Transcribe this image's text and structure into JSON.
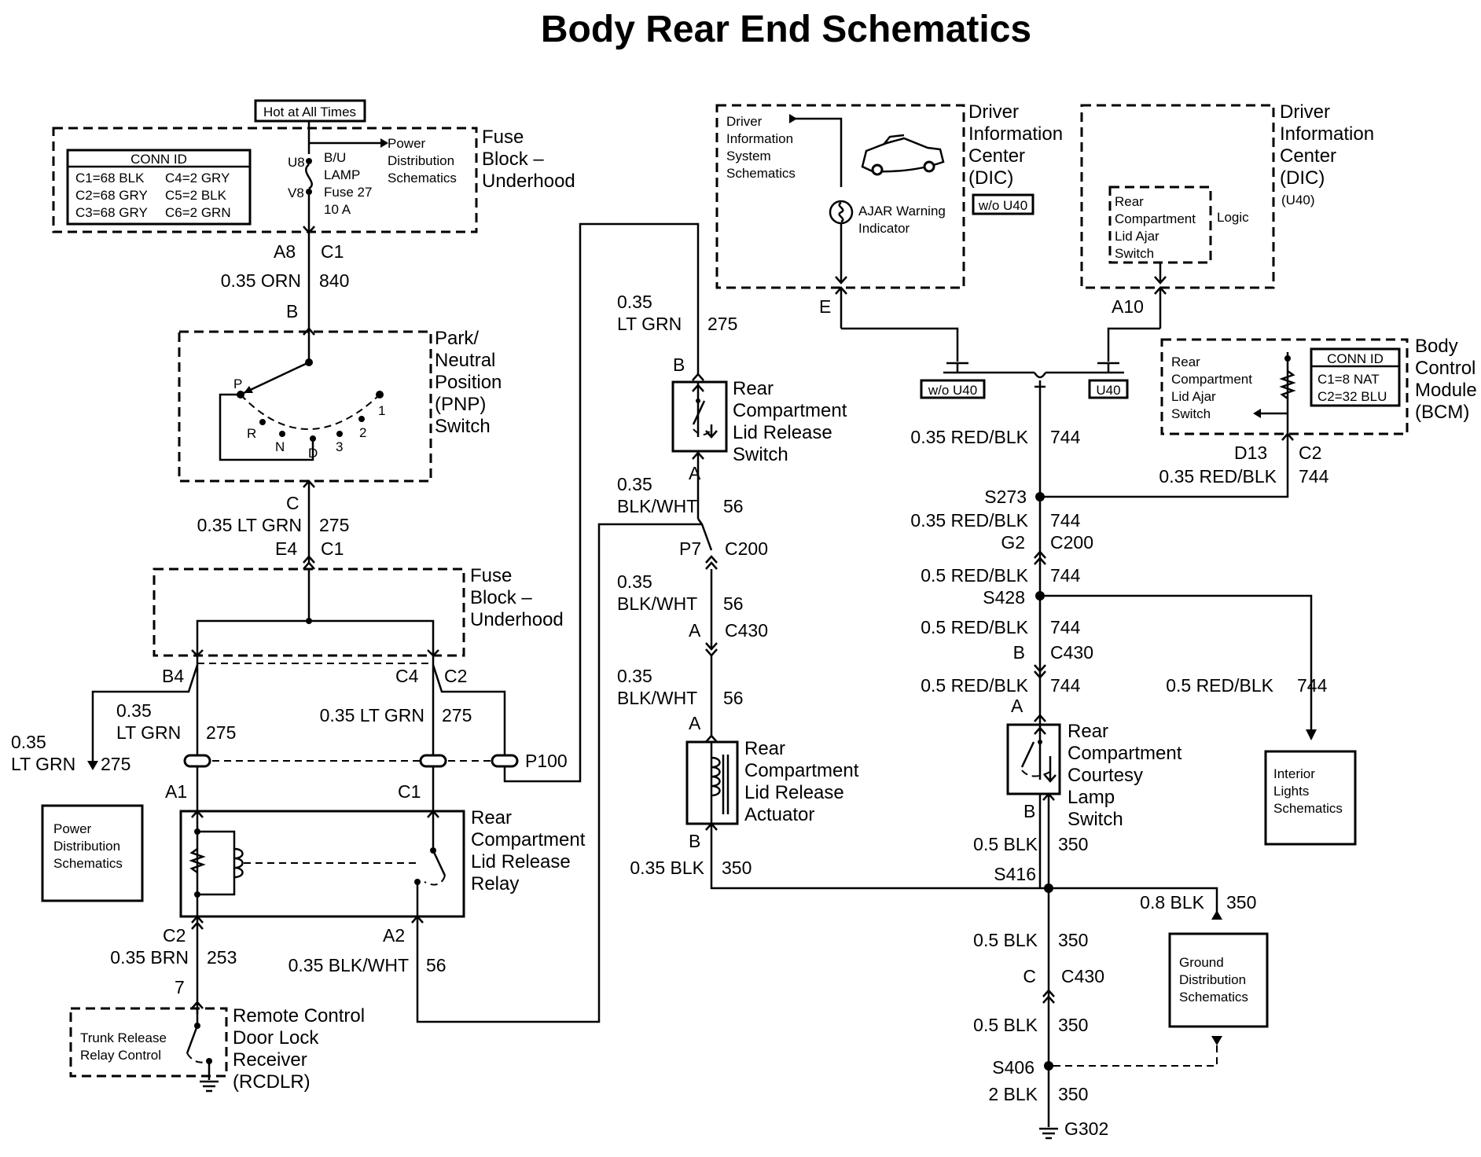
{
  "title": "Body Rear End Schematics",
  "hot_label": "Hot at All Times",
  "conn_id_table": {
    "header": "CONN ID",
    "rows": [
      "C1=68 BLK",
      "C4=2 GRY",
      "C2=68 GRY",
      "C5=2 BLK",
      "C3=68 GRY",
      "C6=2 GRN"
    ]
  },
  "fuse_underhood_top": {
    "pin_u": "U8",
    "pin_v": "V8",
    "fuse_lines": [
      "B/U",
      "LAMP",
      "Fuse 27",
      "10 A"
    ],
    "power_ref": [
      "Power",
      "Distribution",
      "Schematics"
    ],
    "label": [
      "Fuse",
      "Block –",
      "Underhood"
    ]
  },
  "pnp": {
    "label": [
      "Park/",
      "Neutral",
      "Position",
      "(PNP)",
      "Switch"
    ],
    "positions": [
      "P",
      "R",
      "N",
      "D",
      "3",
      "2",
      "1"
    ]
  },
  "wires": {
    "a8": "A8",
    "c1_a": "C1",
    "w1_gauge": "0.35 ORN",
    "w1_circuit": "840",
    "b_pnp": "B",
    "c_pnp": "C",
    "w2_gauge": "0.35 LT GRN",
    "w2_circuit": "275",
    "e4": "E4",
    "c1_b": "C1",
    "b4": "B4",
    "c4": "C4",
    "c2_a": "C2",
    "w3_gauge1": "0.35",
    "w3_gauge2": "LT GRN",
    "w3_circuit": "275",
    "w4_gauge": "0.35 LT GRN",
    "w4_circuit": "275",
    "w5_gauge1": "0.35",
    "w5_gauge2": "LT GRN",
    "w5_circuit": "275",
    "p100": "P100",
    "a1": "A1",
    "c1_c": "C1",
    "c2_b": "C2",
    "w6_gauge": "0.35 BRN",
    "w6_circuit": "253",
    "a2": "A2",
    "w7_gauge": "0.35 BLK/WHT",
    "w7_circuit": "56",
    "pin7": "7",
    "rsw_w_top1": "0.35",
    "rsw_w_top2": "LT GRN",
    "rsw_w_top_circuit": "275",
    "rsw_b": "B",
    "rsw_a": "A",
    "rsw_w_bot1": "0.35",
    "rsw_w_bot2": "BLK/WHT",
    "rsw_w_bot_circuit": "56",
    "p7": "P7",
    "c200_a": "C200",
    "w8_gauge1": "0.35",
    "w8_gauge2": "BLK/WHT",
    "w8_circuit": "56",
    "a_c430": "A",
    "c430_a": "C430",
    "w9_gauge1": "0.35",
    "w9_gauge2": "BLK/WHT",
    "w9_circuit": "56",
    "act_a": "A",
    "act_b": "B",
    "w10_gauge": "0.35 BLK",
    "w10_circuit": "350",
    "dic_e": "E",
    "dic_a10": "A10",
    "w11_gauge": "0.35 RED/BLK",
    "w11_circuit": "744",
    "d13": "D13",
    "c2_bcm": "C2",
    "w12_gauge": "0.35 RED/BLK",
    "w12_circuit": "744",
    "s273": "S273",
    "w13_gauge": "0.35 RED/BLK",
    "w13_circuit": "744",
    "g2": "G2",
    "c200_b": "C200",
    "w14_gauge": "0.5 RED/BLK",
    "w14_circuit": "744",
    "s428": "S428",
    "w15_gauge": "0.5 RED/BLK",
    "w15_circuit": "744",
    "b_c430": "B",
    "c430_b": "C430",
    "w16_gauge": "0.5 RED/BLK",
    "w16_circuit": "744",
    "w17_gauge": "0.5 RED/BLK",
    "w17_circuit": "744",
    "courtesy_a": "A",
    "courtesy_b": "B",
    "w18_gauge": "0.5 BLK",
    "w18_circuit": "350",
    "s416": "S416",
    "w19_gauge": "0.8 BLK",
    "w19_circuit": "350",
    "w20_gauge": "0.5 BLK",
    "w20_circuit": "350",
    "c_c430": "C",
    "c430_c": "C430",
    "w21_gauge": "0.5 BLK",
    "w21_circuit": "350",
    "s406": "S406",
    "w22_gauge": "2 BLK",
    "w22_circuit": "350",
    "g302": "G302",
    "lt_grn_left1": "0.35",
    "lt_grn_left2": "LT GRN",
    "lt_grn_left_circuit": "275"
  },
  "fuse_underhood_mid": {
    "label": [
      "Fuse",
      "Block –",
      "Underhood"
    ]
  },
  "relay": {
    "label": [
      "Rear",
      "Compartment",
      "Lid Release",
      "Relay"
    ]
  },
  "power_dist_box": [
    "Power",
    "Distribution",
    "Schematics"
  ],
  "rcdlr": {
    "inner": [
      "Trunk Release",
      "Relay Control"
    ],
    "label": [
      "Remote Control",
      "Door Lock",
      "Receiver",
      "(RCDLR)"
    ]
  },
  "release_switch": {
    "label": [
      "Rear",
      "Compartment",
      "Lid Release",
      "Switch"
    ]
  },
  "actuator": {
    "label": [
      "Rear",
      "Compartment",
      "Lid Release",
      "Actuator"
    ]
  },
  "dic_left": {
    "inner": [
      "Driver",
      "Information",
      "System",
      "Schematics"
    ],
    "indicator": [
      "AJAR Warning",
      "Indicator"
    ],
    "label": [
      "Driver",
      "Information",
      "Center",
      "(DIC)"
    ],
    "option": "w/o U40"
  },
  "dic_right": {
    "inner": [
      "Rear",
      "Compartment",
      "Lid Ajar",
      "Switch"
    ],
    "logic": "Logic",
    "label": [
      "Driver",
      "Information",
      "Center",
      "(DIC)"
    ],
    "option": "(U40)"
  },
  "option_tags": {
    "wo_u40": "w/o U40",
    "u40": "U40"
  },
  "bcm": {
    "inner": [
      "Rear",
      "Compartment",
      "Lid Ajar",
      "Switch"
    ],
    "conn_header": "CONN ID",
    "conn_rows": [
      "C1=8 NAT",
      "C2=32 BLU"
    ],
    "label": [
      "Body",
      "Control",
      "Module",
      "(BCM)"
    ]
  },
  "courtesy": {
    "label": [
      "Rear",
      "Compartment",
      "Courtesy",
      "Lamp",
      "Switch"
    ]
  },
  "interior_box": [
    "Interior",
    "Lights",
    "Schematics"
  ],
  "ground_box": [
    "Ground",
    "Distribution",
    "Schematics"
  ]
}
